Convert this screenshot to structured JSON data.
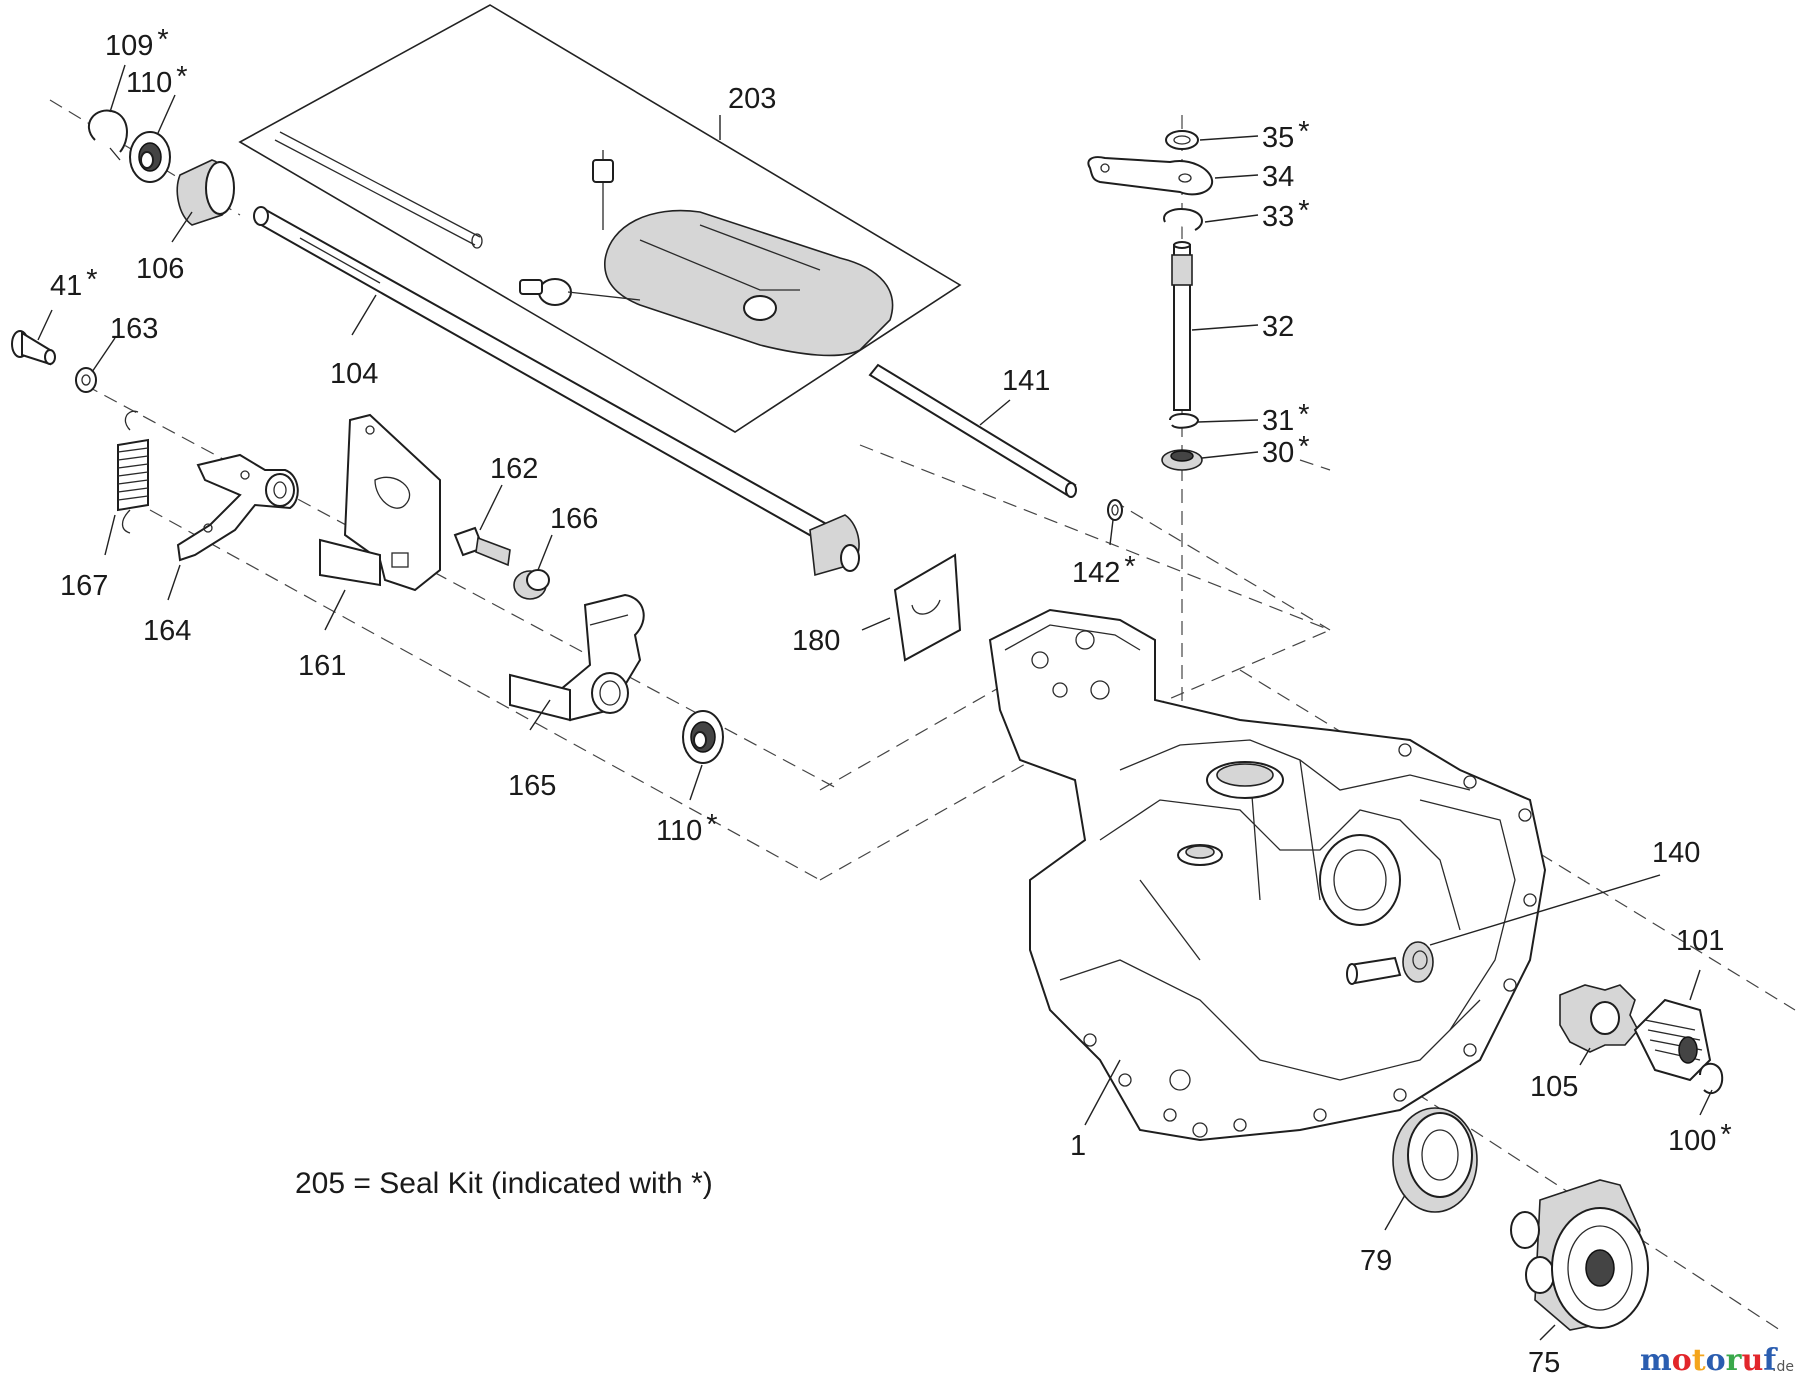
{
  "callouts": [
    {
      "label": "109",
      "star": "*"
    },
    {
      "label": "110",
      "star": "*"
    },
    {
      "label": "106",
      "star": ""
    },
    {
      "label": "41",
      "star": "*"
    },
    {
      "label": "163",
      "star": ""
    },
    {
      "label": "104",
      "star": ""
    },
    {
      "label": "203",
      "star": ""
    },
    {
      "label": "167",
      "star": ""
    },
    {
      "label": "164",
      "star": ""
    },
    {
      "label": "161",
      "star": ""
    },
    {
      "label": "162",
      "star": ""
    },
    {
      "label": "166",
      "star": ""
    },
    {
      "label": "165",
      "star": ""
    },
    {
      "label": "110",
      "star": "*"
    },
    {
      "label": "180",
      "star": ""
    },
    {
      "label": "141",
      "star": ""
    },
    {
      "label": "142",
      "star": "*"
    },
    {
      "label": "35",
      "star": "*"
    },
    {
      "label": "34",
      "star": ""
    },
    {
      "label": "33",
      "star": "*"
    },
    {
      "label": "32",
      "star": ""
    },
    {
      "label": "31",
      "star": "*"
    },
    {
      "label": "30",
      "star": "*"
    },
    {
      "label": "140",
      "star": ""
    },
    {
      "label": "101",
      "star": ""
    },
    {
      "label": "105",
      "star": ""
    },
    {
      "label": "100",
      "star": "*"
    },
    {
      "label": "1",
      "star": ""
    },
    {
      "label": "79",
      "star": ""
    },
    {
      "label": "75",
      "star": ""
    }
  ],
  "note": "205 = Seal Kit (indicated with *)",
  "logo": {
    "name": "motoruf",
    "suffix": ".de",
    "colors": [
      "#2a5db0",
      "#e2262b",
      "#f4a51c",
      "#2a5db0",
      "#3aa84b",
      "#e2262b",
      "#2a5db0"
    ]
  }
}
